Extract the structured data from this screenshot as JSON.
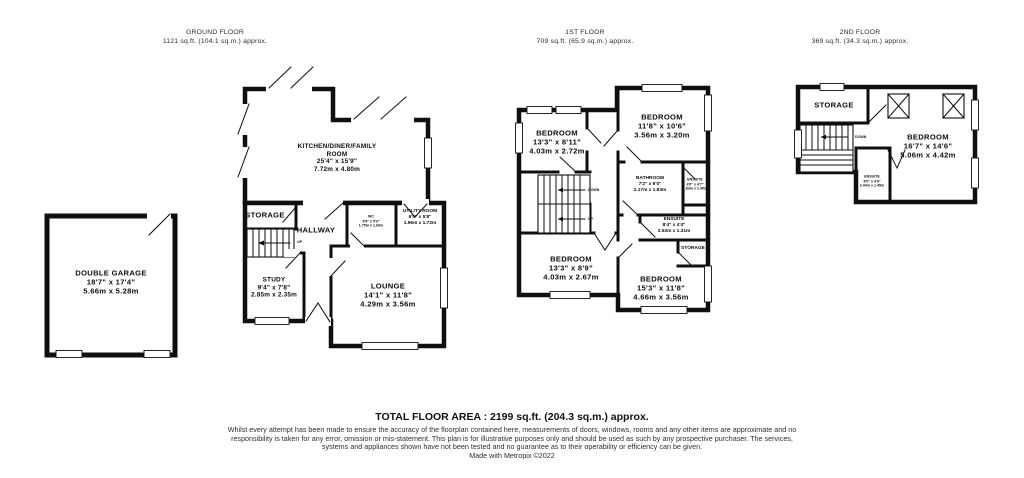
{
  "floors": {
    "ground": {
      "title": "GROUND FLOOR",
      "subtitle": "1121 sq.ft. (104.1 sq.m.) approx.",
      "stair_up": "UP",
      "rooms": {
        "garage": {
          "name": "DOUBLE GARAGE",
          "imperial": "18'7\" x 17'4\"",
          "metric": "5.66m x 5.28m"
        },
        "kitchen": {
          "name": "KITCHEN/DINER/FAMILY ROOM",
          "imperial": "25'4\" x 15'9\"",
          "metric": "7.72m x 4.80m"
        },
        "storage": {
          "name": "STORAGE"
        },
        "hallway": {
          "name": "HALLWAY"
        },
        "wc": {
          "name": "WC",
          "imperial": "5'9\" x 5'3\"",
          "metric": "1.75m x 1.60m"
        },
        "utility": {
          "name": "UTILITY ROOM",
          "imperial": "6'5\" x 5'8\"",
          "metric": "1.96m x 1.72m"
        },
        "study": {
          "name": "STUDY",
          "imperial": "9'4\" x 7'8\"",
          "metric": "2.85m x 2.35m"
        },
        "lounge": {
          "name": "LOUNGE",
          "imperial": "14'1\" x 11'8\"",
          "metric": "4.29m x 3.56m"
        }
      }
    },
    "first": {
      "title": "1ST FLOOR",
      "subtitle": "709 sq.ft. (65.9 sq.m.) approx.",
      "stair_down": "DOWN",
      "stair_up": "UP",
      "rooms": {
        "bedroom_tl": {
          "name": "BEDROOM",
          "imperial": "13'3\" x 8'11\"",
          "metric": "4.03m x 2.72m"
        },
        "bedroom_tr": {
          "name": "BEDROOM",
          "imperial": "11'8\" x 10'6\"",
          "metric": "3.56m x 3.20m"
        },
        "bathroom": {
          "name": "BATHROOM",
          "imperial": "7'2\" x 6'0\"",
          "metric": "2.17m x 1.83m"
        },
        "ensuite_small": {
          "name": "ENSUITE",
          "imperial": "6'0\" x 4'7\"",
          "metric": "1.83m x 1.40m"
        },
        "ensuite": {
          "name": "ENSUITE",
          "imperial": "8'4\" x 4'4\"",
          "metric": "2.53m x 1.31m"
        },
        "storage": {
          "name": "STORAGE"
        },
        "bedroom_bl": {
          "name": "BEDROOM",
          "imperial": "13'3\" x 8'9\"",
          "metric": "4.03m x 2.67m"
        },
        "bedroom_br": {
          "name": "BEDROOM",
          "imperial": "15'3\" x 11'8\"",
          "metric": "4.66m x 3.56m"
        }
      }
    },
    "second": {
      "title": "2ND FLOOR",
      "subtitle": "369 sq.ft. (34.3 sq.m.) approx.",
      "stair_down": "DOWN",
      "rooms": {
        "storage": {
          "name": "STORAGE"
        },
        "bedroom": {
          "name": "BEDROOM",
          "imperial": "16'7\" x 14'6\"",
          "metric": "5.06m x 4.42m"
        },
        "ensuite": {
          "name": "ENSUITE",
          "imperial": "8'0\" x 4'9\"",
          "metric": "2.44m x 1.45m"
        }
      }
    }
  },
  "footer": {
    "total": "TOTAL FLOOR AREA : 2199 sq.ft. (204.3 sq.m.) approx.",
    "disclaimer": "Whilst every attempt has been made to ensure the accuracy of the floorplan contained here, measurements of doors, windows, rooms and any other items are approximate and no responsibility is taken for any error, omission or mis-statement. This plan is for illustrative purposes only and should be used as such by any prospective purchaser. The services, systems and appliances shown have not been tested and no guarantee as to their operability or efficiency can be given.",
    "credit": "Made with Metropix ©2022"
  }
}
